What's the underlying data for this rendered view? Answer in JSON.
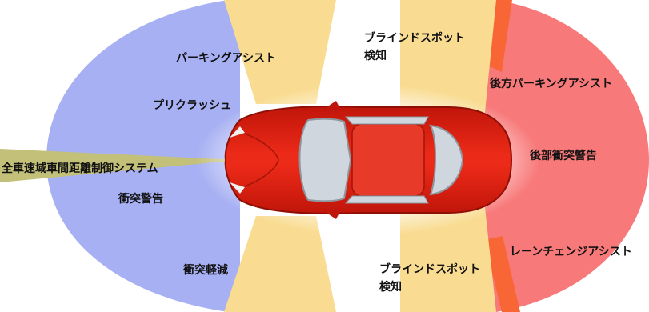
{
  "colors": {
    "front_zone": "#a7b0f3",
    "rear_zone": "#f87979",
    "side_zone": "#f9dc92",
    "acc_beam": "#c3c07a",
    "rear_edge": "#f86636",
    "car_body": "#e01e10",
    "car_glass": "#cfd6de"
  },
  "labels": {
    "parking_assist": "パーキングアシスト",
    "precrash": "プリクラッシュ",
    "acc": "全車速域車間距離制御システム",
    "collision_warning": "衝突警告",
    "collision_mitigation": "衝突軽減",
    "bsm_top_1": "ブラインドスポット",
    "bsm_top_2": "検知",
    "rear_parking_assist": "後方パーキングアシスト",
    "rear_collision_warning": "後部衝突警告",
    "bsm_bottom_1": "ブラインドスポット",
    "bsm_bottom_2": "検知",
    "lane_change_assist": "レーンチェンジアシスト"
  }
}
